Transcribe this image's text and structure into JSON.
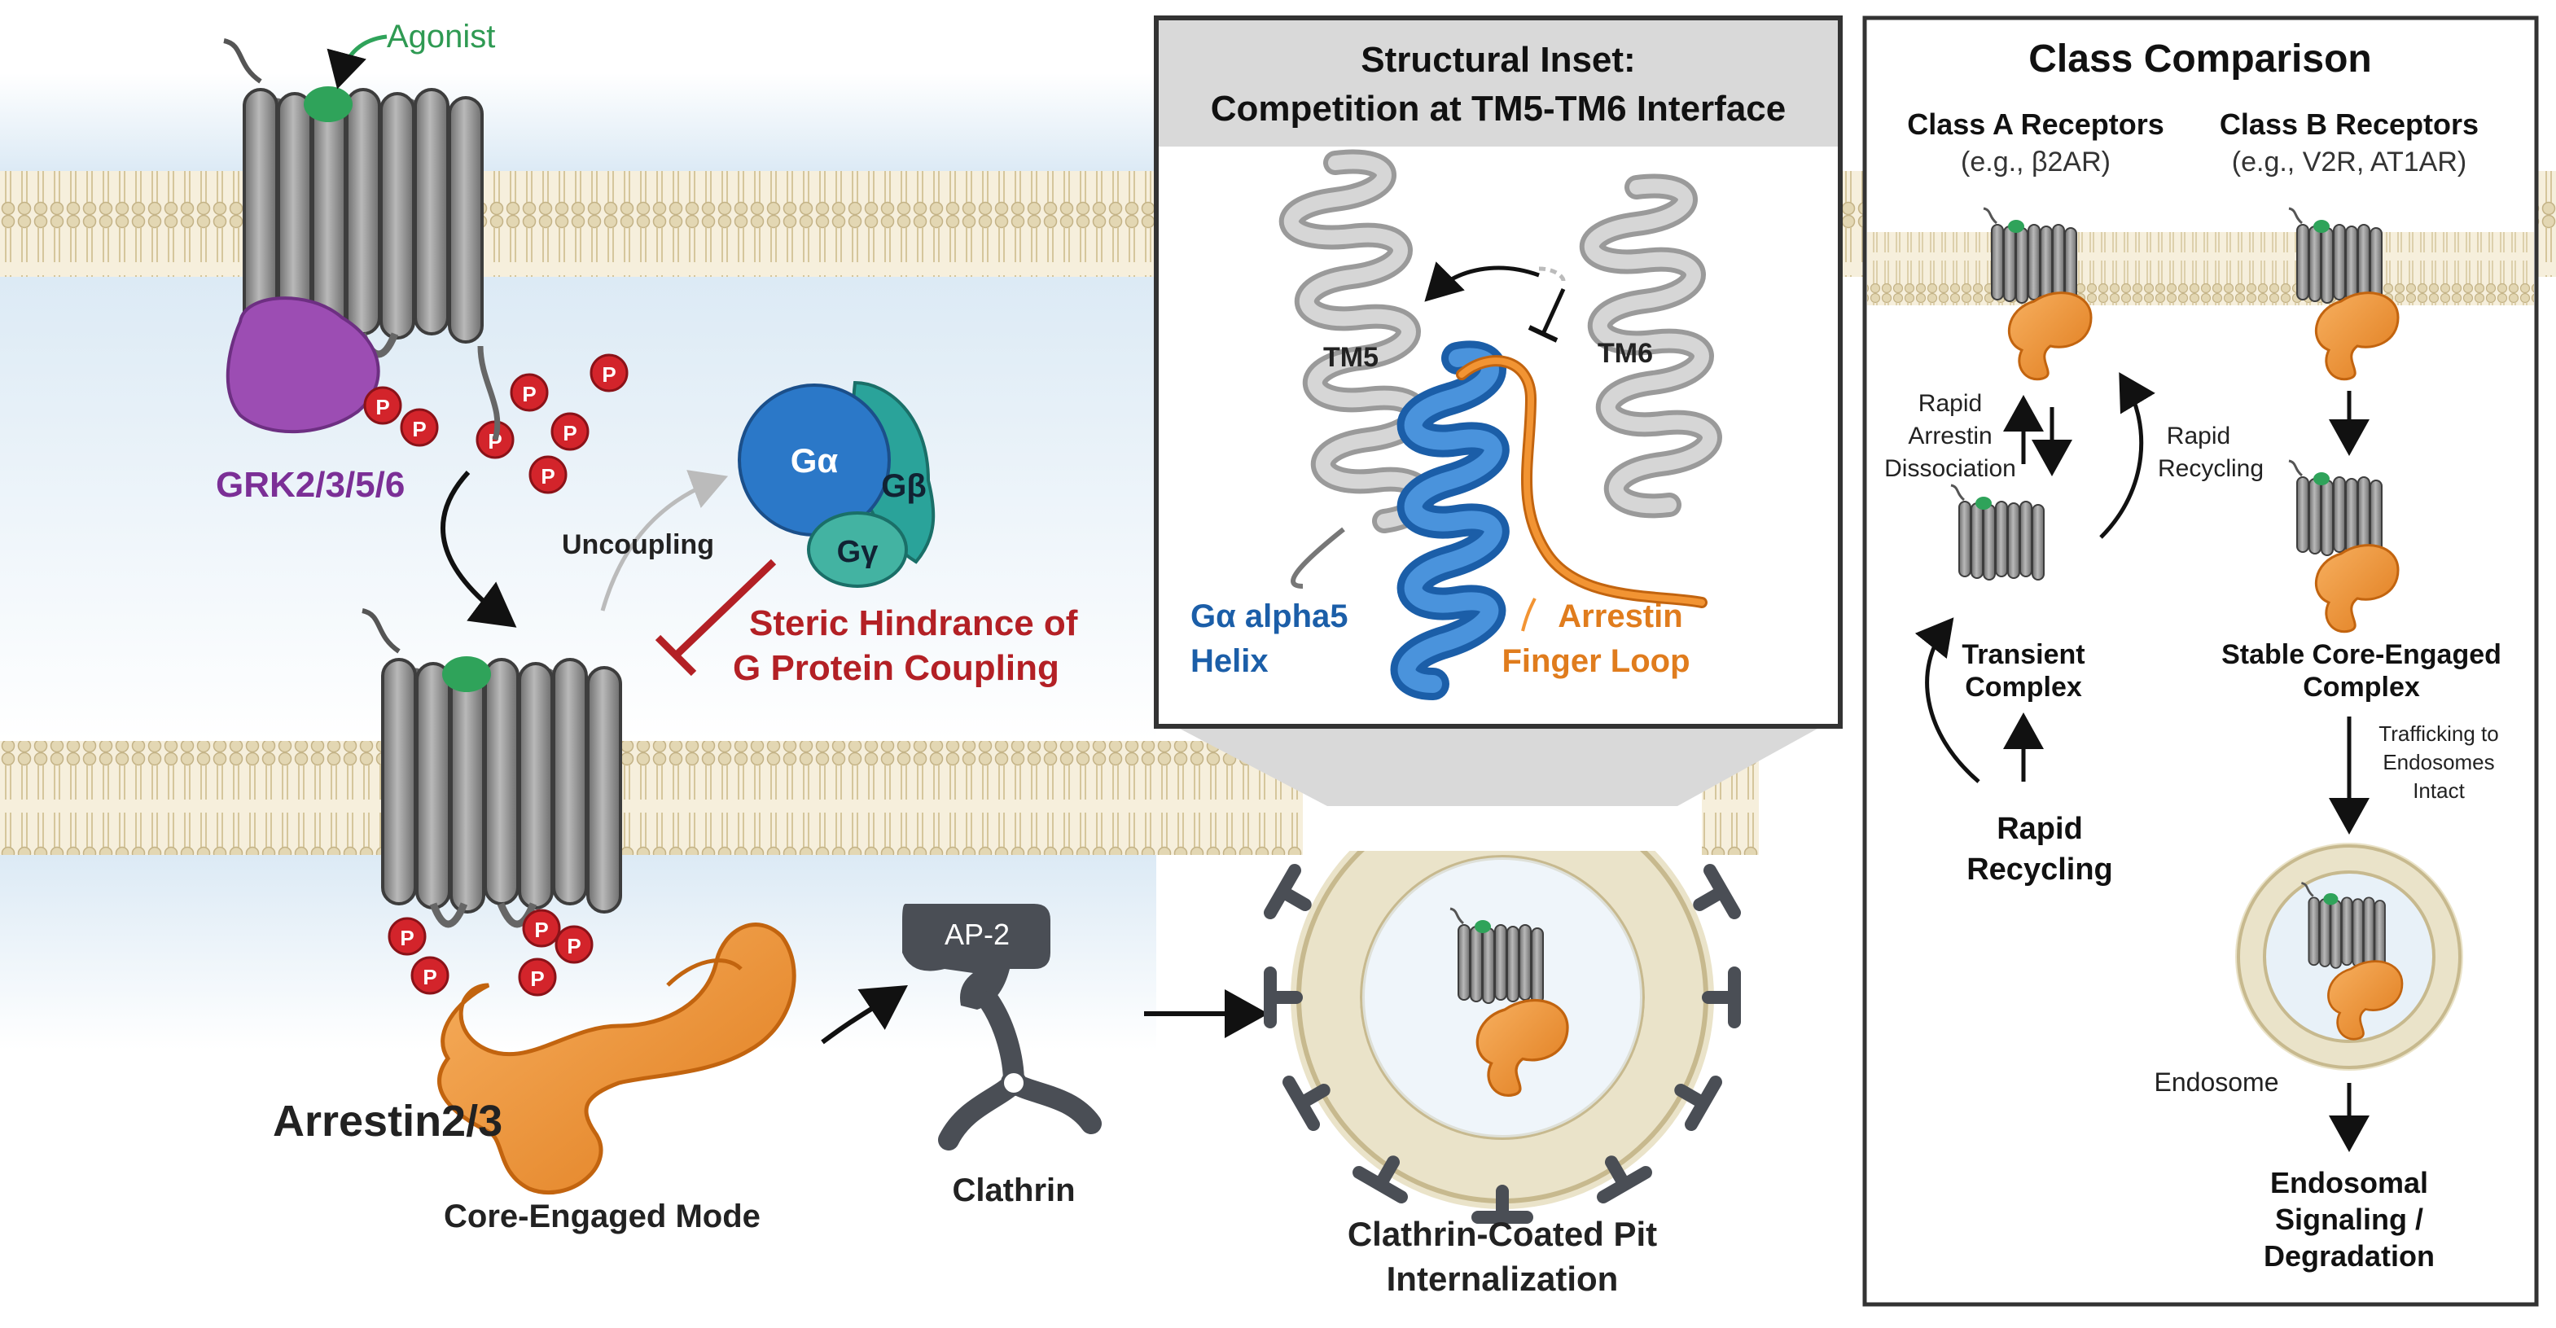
{
  "main": {
    "agonist": "Agonist",
    "grk": "GRK2/3/5/6",
    "phospho": "P",
    "uncoupling": "Uncoupling",
    "g_alpha": "Gα",
    "g_beta": "Gβ",
    "g_gamma": "Gγ",
    "steric_line1": "Steric Hindrance of",
    "steric_line2": "G Protein Coupling",
    "arrestin": "Arrestin2/3",
    "core_mode": "Core-Engaged Mode",
    "ap2": "AP-2",
    "clathrin": "Clathrin",
    "pit_line1": "Clathrin-Coated Pit",
    "pit_line2": "Internalization"
  },
  "inset": {
    "title_line1": "Structural Inset:",
    "title_line2": "Competition at TM5-TM6 Interface",
    "tm5": "TM5",
    "tm6": "TM6",
    "galpha_line1": "Gα alpha5",
    "galpha_line2": "Helix",
    "arrestin_line1": "Arrestin",
    "arrestin_line2": "Finger Loop"
  },
  "comparison": {
    "title": "Class Comparison",
    "class_a_title": "Class A Receptors",
    "class_a_example": "(e.g., β2AR)",
    "class_b_title": "Class B Receptors",
    "class_b_example": "(e.g., V2R, AT1AR)",
    "rapid_dissoc_1": "Rapid",
    "rapid_dissoc_2": "Arrestin",
    "rapid_dissoc_3": "Dissociation",
    "rapid_recyc_1": "Rapid",
    "rapid_recyc_2": "Recycling",
    "transient_1": "Transient",
    "transient_2": "Complex",
    "bottom_recyc_1": "Rapid",
    "bottom_recyc_2": "Recycling",
    "stable_1": "Stable Core-Engaged",
    "stable_2": "Complex",
    "traffic_1": "Trafficking to",
    "traffic_2": "Endosomes",
    "traffic_3": "Intact",
    "endosome": "Endosome",
    "endo_sig_1": "Endosomal",
    "endo_sig_2": "Signaling /",
    "endo_sig_3": "Degradation"
  },
  "colors": {
    "receptor": "#8c8c8c",
    "arrestin": "#f29433",
    "grk": "#9c4db3",
    "agonist": "#2fa35a",
    "phospho": "#d3242b",
    "g_alpha": "#2b78c8",
    "g_beta": "#2aa39a",
    "inhibit": "#b32025",
    "clathrin": "#4a4e55",
    "membrane": "#d8c9a0"
  }
}
